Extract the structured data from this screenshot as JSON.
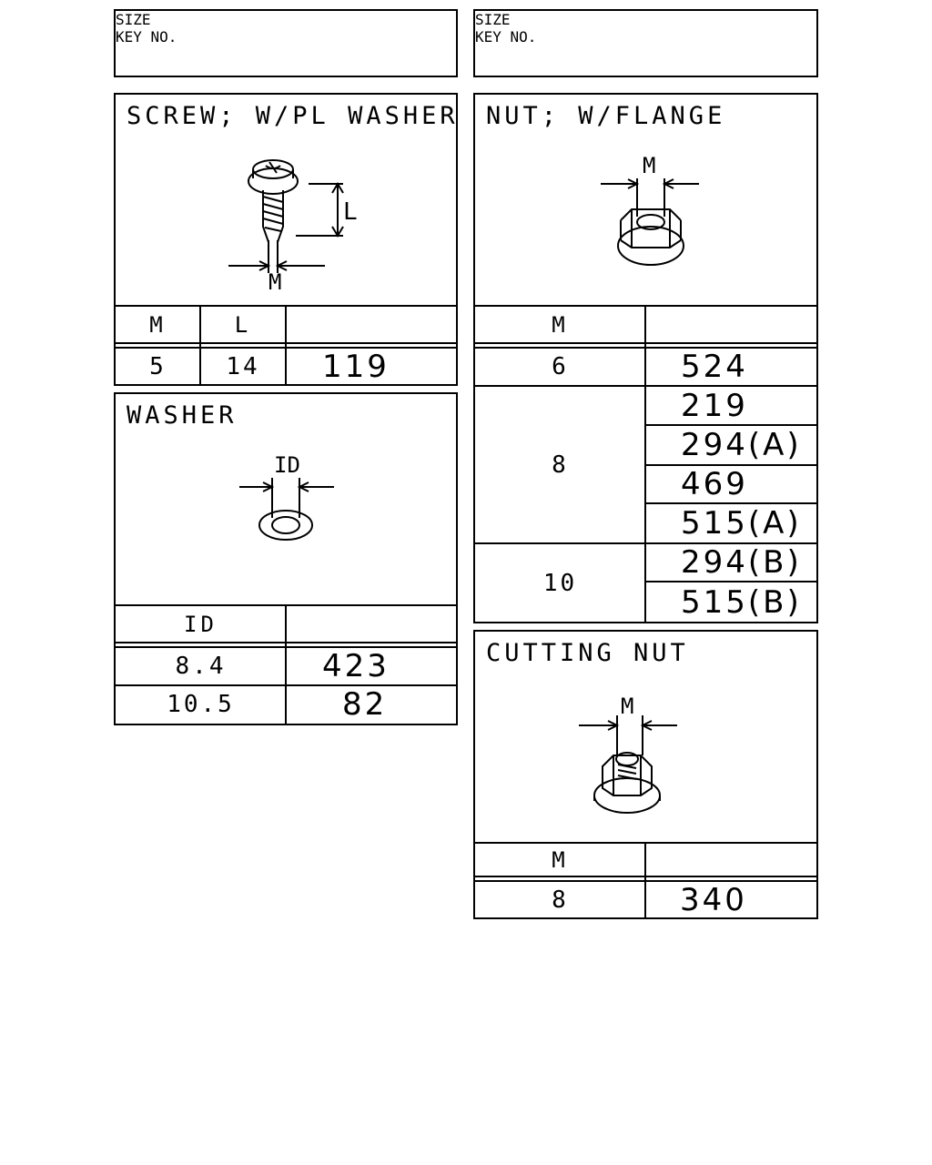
{
  "header": {
    "size_label": "SIZE",
    "key_label": "KEY NO."
  },
  "screw": {
    "title": "SCREW; W/PL WASHER",
    "dim_L": "L",
    "dim_M": "M",
    "col_m": "M",
    "col_l": "L",
    "rows": [
      {
        "m": "5",
        "l": "14",
        "key": "119"
      }
    ]
  },
  "washer": {
    "title": "WASHER",
    "dim_ID": "ID",
    "col_id": "ID",
    "rows": [
      {
        "id": "8.4",
        "key": "423"
      },
      {
        "id": "10.5",
        "key": "82"
      }
    ]
  },
  "nut_flange": {
    "title": "NUT; W/FLANGE",
    "dim_M": "M",
    "col_m": "M",
    "groups": [
      {
        "m": "6",
        "keys": [
          "524"
        ]
      },
      {
        "m": "8",
        "keys": [
          "219",
          "294(A)",
          "469",
          "515(A)"
        ]
      },
      {
        "m": "10",
        "keys": [
          "294(B)",
          "515(B)"
        ]
      }
    ]
  },
  "cutting_nut": {
    "title": "CUTTING NUT",
    "dim_M": "M",
    "col_m": "M",
    "rows": [
      {
        "m": "8",
        "key": "340"
      }
    ]
  }
}
